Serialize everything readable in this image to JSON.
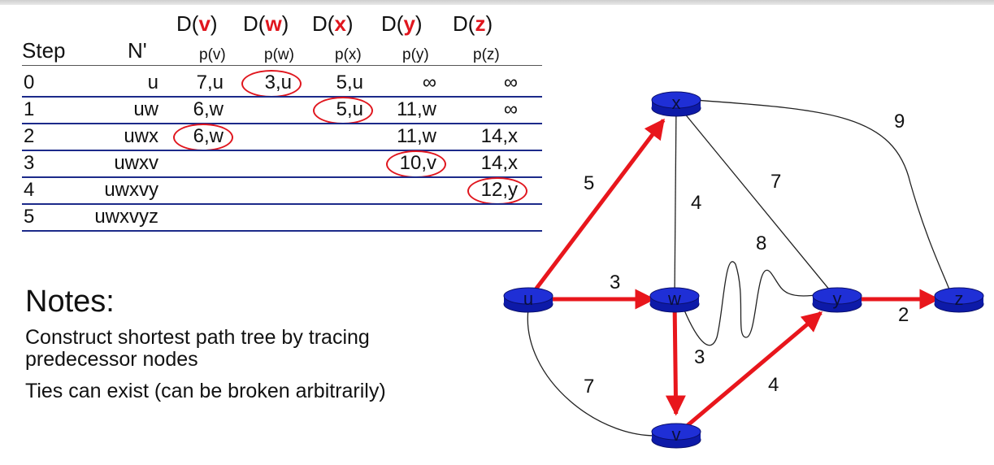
{
  "table": {
    "headers": {
      "step": "Step",
      "nprime": "N'",
      "dest": [
        {
          "pre": "D(",
          "node": "v",
          "post": ")",
          "sub": "p(v)"
        },
        {
          "pre": "D(",
          "node": "w",
          "post": ")",
          "sub": "p(w)"
        },
        {
          "pre": "D(",
          "node": "x",
          "post": ")",
          "sub": "p(x)"
        },
        {
          "pre": "D(",
          "node": "y",
          "post": ")",
          "sub": "p(y)"
        },
        {
          "pre": "D(",
          "node": "z",
          "post": ")",
          "sub": "p(z)"
        }
      ]
    },
    "rows": [
      {
        "step": "0",
        "nprime": "u",
        "cells": [
          "7,u",
          "3,u",
          "5,u",
          "∞",
          "∞"
        ],
        "circled": 1
      },
      {
        "step": "1",
        "nprime": "uw",
        "cells": [
          "6,w",
          "",
          "5,u",
          "11,w",
          "∞"
        ],
        "circled": 2
      },
      {
        "step": "2",
        "nprime": "uwx",
        "cells": [
          "6,w",
          "",
          "",
          "11,w",
          "14,x"
        ],
        "circled": 0
      },
      {
        "step": "3",
        "nprime": "uwxv",
        "cells": [
          "",
          "",
          "",
          "10,v",
          "14,x"
        ],
        "circled": 3
      },
      {
        "step": "4",
        "nprime": "uwxvy",
        "cells": [
          "",
          "",
          "",
          "",
          "12,y"
        ],
        "circled": 4
      },
      {
        "step": "5",
        "nprime": "uwxvyz",
        "cells": [
          "",
          "",
          "",
          "",
          ""
        ],
        "circled": -1
      }
    ]
  },
  "notes": {
    "title": "Notes:",
    "items": [
      "Construct shortest path tree by tracing predecessor nodes",
      "Ties can exist (can be broken arbitrarily)"
    ]
  },
  "graph": {
    "nodes": [
      {
        "id": "u",
        "label": "u"
      },
      {
        "id": "w",
        "label": "w"
      },
      {
        "id": "x",
        "label": "x"
      },
      {
        "id": "y",
        "label": "y"
      },
      {
        "id": "z",
        "label": "z"
      },
      {
        "id": "v",
        "label": "v"
      }
    ],
    "edges": [
      {
        "from": "u",
        "to": "x",
        "weight": "5",
        "tree": true
      },
      {
        "from": "u",
        "to": "w",
        "weight": "3",
        "tree": true
      },
      {
        "from": "u",
        "to": "v",
        "weight": "7",
        "tree": false
      },
      {
        "from": "x",
        "to": "w",
        "weight": "4",
        "tree": false
      },
      {
        "from": "x",
        "to": "y",
        "weight": "7",
        "tree": false
      },
      {
        "from": "x",
        "to": "z",
        "weight": "9",
        "tree": false
      },
      {
        "from": "w",
        "to": "y",
        "weight": "8",
        "tree": false
      },
      {
        "from": "w",
        "to": "v",
        "weight": "3",
        "tree": true
      },
      {
        "from": "v",
        "to": "y",
        "weight": "4",
        "tree": true
      },
      {
        "from": "y",
        "to": "z",
        "weight": "2",
        "tree": true
      }
    ],
    "colors": {
      "node_fill": "#1f2fd6",
      "node_stroke": "#0a0f6b",
      "tree_edge": "#e8161c",
      "edge": "#222222",
      "circle": "#e0161e",
      "rule": "#1c2a8a"
    }
  }
}
